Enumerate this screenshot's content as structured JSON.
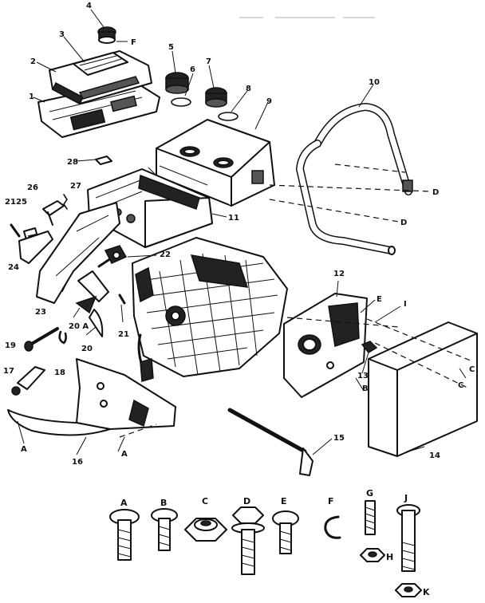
{
  "callouts": {
    "n1": "1",
    "n2": "2",
    "n3": "3",
    "n4": "4",
    "n5": "5",
    "n6": "6",
    "n7": "7",
    "n8": "8",
    "n9": "9",
    "n10": "10",
    "n11": "11",
    "n12": "12",
    "n13": "13",
    "n14": "14",
    "n15": "15",
    "n16": "16",
    "n17": "17",
    "n18": "18",
    "n19": "19",
    "n20": "20",
    "n20a": "20 A",
    "n21a": "21",
    "n21b": "21",
    "n22": "22",
    "n23": "23",
    "n24": "24",
    "n25": "25",
    "n26": "26",
    "n27": "27",
    "n28": "28"
  },
  "letters": {
    "f_cap": "F",
    "d_upper": "D",
    "d_lower": "D",
    "e_side": "E",
    "i_side": "I",
    "b_side": "B",
    "c_side": "C",
    "c_side2": "C",
    "a_bottom": "A",
    "a_bottom2": "A"
  },
  "hardware": {
    "a": "A",
    "b": "B",
    "c": "C",
    "d": "D",
    "e": "E",
    "f": "F",
    "g": "G",
    "h": "H",
    "j": "J",
    "k": "K"
  }
}
